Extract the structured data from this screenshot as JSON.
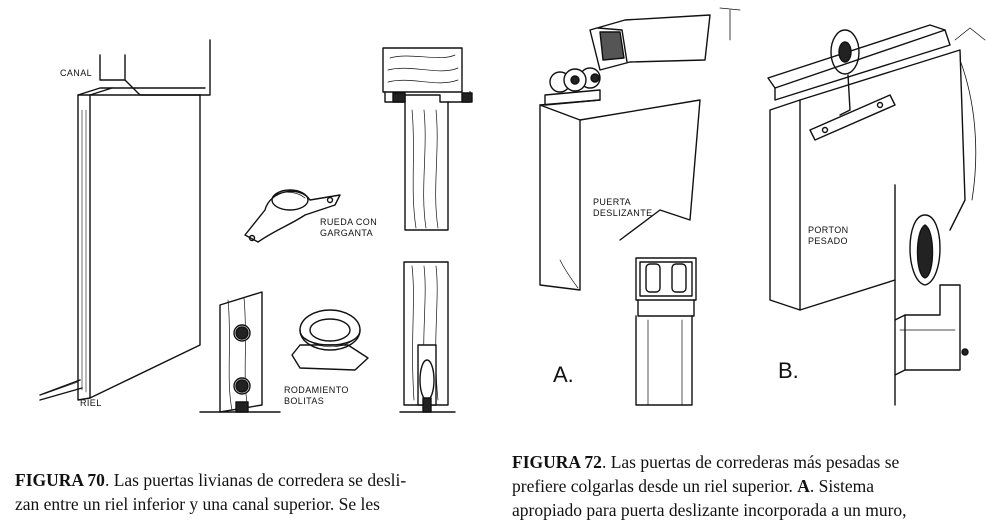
{
  "fig70": {
    "labels": {
      "canal": "CANAL",
      "riel": "RIEL",
      "rueda": "RUEDA CON\nGARGANTA",
      "rodamiento": "RODAMIENTO\nBOLITAS"
    },
    "caption": {
      "number": "FIGURA 70",
      "text": ". Las puertas livianas de corredera se desli-\nzan entre un riel inferior y una canal superior. Se les"
    }
  },
  "fig72": {
    "labels": {
      "puerta": "PUERTA\nDESLIZANTE",
      "porton": "PORTON\nPESADO",
      "a": "A.",
      "b": "B."
    },
    "caption": {
      "number": "FIGURA 72",
      "text1": ". Las puertas de correderas más pesadas se\nprefiere colgarlas desde un riel superior. ",
      "a_bold": "A",
      "text2": ". Sistema\napropiado para puerta deslizante incorporada a un muro,"
    }
  }
}
